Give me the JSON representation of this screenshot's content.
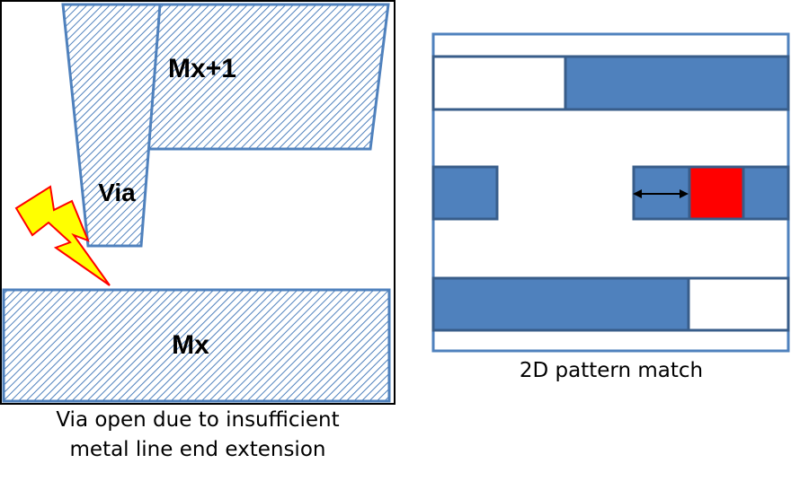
{
  "left_panel": {
    "labels": {
      "upper_metal": "Mx+1",
      "via": "Via",
      "lower_metal": "Mx"
    },
    "caption_line1": "Via open due to insufficient",
    "caption_line2": "metal line end extension",
    "icon": "lightning-bolt-icon"
  },
  "right_panel": {
    "caption": "2D pattern match",
    "icon": "double-arrow-icon"
  },
  "colors": {
    "metal_fill": "#4f81bd",
    "metal_stroke": "#385d8a",
    "hatch": "#4f81bd",
    "highlight": "#ff0000",
    "bolt_fill": "#ffff00",
    "bolt_stroke": "#ff0000"
  }
}
